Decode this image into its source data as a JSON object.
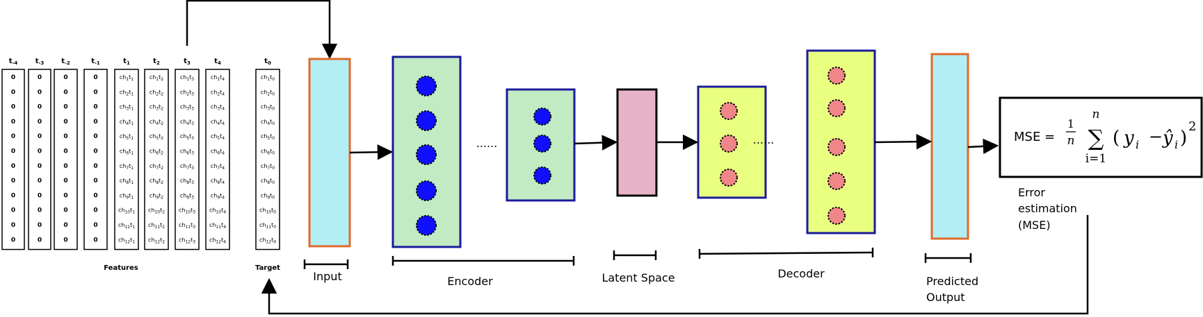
{
  "colors": {
    "input_fill": "#b3eef5",
    "input_stroke": "#e06a2a",
    "encoder_fill": "#c2ebc3",
    "encoder_stroke": "#1b1b9a",
    "encoder_node": "#1010ff",
    "latent_fill": "#e7b3c8",
    "decoder_fill": "#e9ff80",
    "decoder_node": "#f0868a",
    "output_fill": "#b3eef5",
    "output_stroke": "#e06a2a"
  },
  "features": {
    "label": "Features",
    "columns": [
      {
        "header": "t-4",
        "header_base": "t",
        "header_sub": "-4",
        "cells": [
          "0",
          "0",
          "0",
          "0",
          "0",
          "0",
          "0",
          "0",
          "0",
          "0",
          "0",
          "0"
        ]
      },
      {
        "header": "t-3",
        "header_base": "t",
        "header_sub": "-3",
        "cells": [
          "0",
          "0",
          "0",
          "0",
          "0",
          "0",
          "0",
          "0",
          "0",
          "0",
          "0",
          "0"
        ]
      },
      {
        "header": "t-2",
        "header_base": "t",
        "header_sub": "-2",
        "cells": [
          "0",
          "0",
          "0",
          "0",
          "0",
          "0",
          "0",
          "0",
          "0",
          "0",
          "0",
          "0"
        ]
      },
      {
        "header": "t-1",
        "header_base": "t",
        "header_sub": "-1",
        "cells": [
          "0",
          "0",
          "0",
          "0",
          "0",
          "0",
          "0",
          "0",
          "0",
          "0",
          "0",
          "0"
        ]
      },
      {
        "header": "t1",
        "header_base": "t",
        "header_sub": "1",
        "cells": [
          "ch1t1",
          "ch2t1",
          "ch3t1",
          "ch4t1",
          "ch5t1",
          "ch6t1",
          "ch7t1",
          "ch8t1",
          "ch9t1",
          "ch10t1",
          "ch11t1",
          "ch12t1"
        ]
      },
      {
        "header": "t2",
        "header_base": "t",
        "header_sub": "2",
        "cells": [
          "ch1t2",
          "ch2t2",
          "ch3t2",
          "ch4t2",
          "ch5t2",
          "ch6t2",
          "ch7t2",
          "ch8t2",
          "ch9t2",
          "ch10t2",
          "ch11t2",
          "ch12t2"
        ]
      },
      {
        "header": "t3",
        "header_base": "t",
        "header_sub": "3",
        "cells": [
          "ch1t3",
          "ch2t3",
          "ch3t3",
          "ch4t3",
          "ch5t3",
          "ch6t3",
          "ch7t3",
          "ch8t3",
          "ch9t3",
          "ch10t3",
          "ch11t3",
          "ch12t3"
        ]
      },
      {
        "header": "t4",
        "header_base": "t",
        "header_sub": "4",
        "cells": [
          "ch1t4",
          "ch2t4",
          "ch3t4",
          "ch4t4",
          "ch5t4",
          "ch6t4",
          "ch7t4",
          "ch8t4",
          "ch9t4",
          "ch10t4",
          "ch11t4",
          "ch12t4"
        ]
      }
    ]
  },
  "target": {
    "label": "Target",
    "header": "t0",
    "header_base": "t",
    "header_sub": "0",
    "cells": [
      "ch1t0",
      "ch2t0",
      "ch3t0",
      "ch4t0",
      "ch5t0",
      "ch6t0",
      "ch7t0",
      "ch8t0",
      "ch9t0",
      "ch10t0",
      "ch11t0",
      "ch12t0"
    ]
  },
  "stages": {
    "input": "Input",
    "encoder": "Encoder",
    "latent": "Latent Space",
    "decoder": "Decoder",
    "output_line1": "Predicted",
    "output_line2": "Output"
  },
  "ellipsis": "......",
  "mse": {
    "prefix": "MSE =",
    "frac_num": "1",
    "frac_den": "n",
    "sum_top": "n",
    "sum_bottom": "i=1",
    "body": "(y",
    "sub_i": "i",
    "minus": "−",
    "yhat": "ŷ",
    "close": ")",
    "power": "2"
  },
  "error_label": [
    "Error",
    "estimation",
    "(MSE)"
  ]
}
